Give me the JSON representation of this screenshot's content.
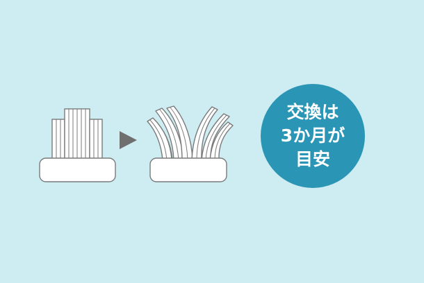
{
  "illustration": {
    "before_icon": "new-toothbrush-head-icon",
    "arrow_icon": "right-triangle-arrow-icon",
    "after_icon": "worn-toothbrush-head-icon"
  },
  "badge": {
    "line1": "交換は",
    "line2": "3か月が",
    "line3": "目安"
  },
  "colors": {
    "background": "#cdedf2",
    "badge": "#2a95b5",
    "arrow": "#6f6f6f",
    "stroke": "#7a7a7a"
  }
}
